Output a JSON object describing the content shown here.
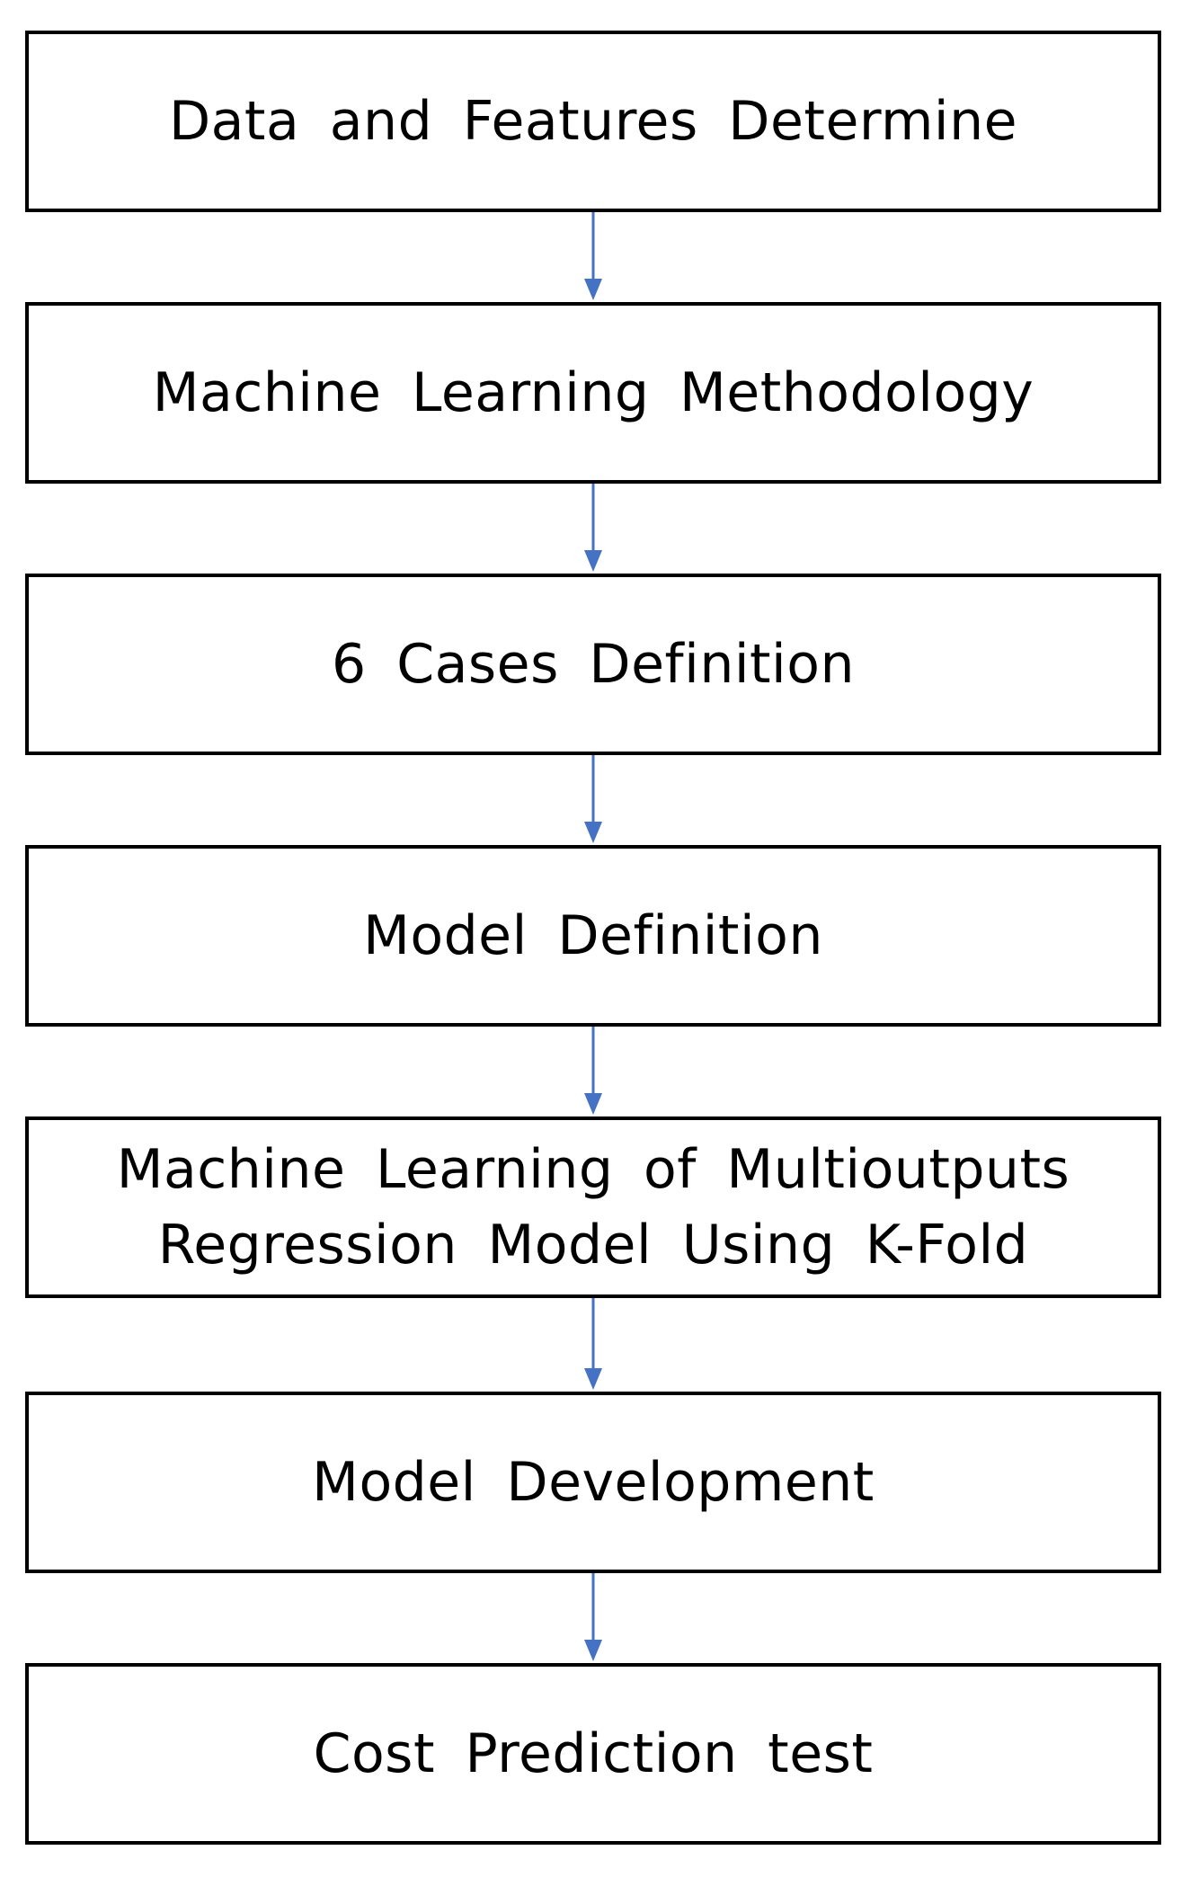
{
  "diagram": {
    "type": "flowchart",
    "direction": "top-to-bottom",
    "arrow_color": "#4472C4",
    "border_color": "#000000",
    "steps": [
      {
        "lines": [
          "Data and Features Determine"
        ]
      },
      {
        "lines": [
          "Machine Learning Methodology"
        ]
      },
      {
        "lines": [
          "6 Cases Definition"
        ]
      },
      {
        "lines": [
          "Model Definition"
        ]
      },
      {
        "lines": [
          "Machine Learning of Multioutputs",
          "Regression Model Using K-Fold"
        ]
      },
      {
        "lines": [
          "Model Development"
        ]
      },
      {
        "lines": [
          "Cost Prediction test"
        ]
      }
    ],
    "connections": [
      {
        "from": 0,
        "to": 1
      },
      {
        "from": 1,
        "to": 2
      },
      {
        "from": 2,
        "to": 3
      },
      {
        "from": 3,
        "to": 4
      },
      {
        "from": 4,
        "to": 5
      },
      {
        "from": 5,
        "to": 6
      }
    ]
  }
}
